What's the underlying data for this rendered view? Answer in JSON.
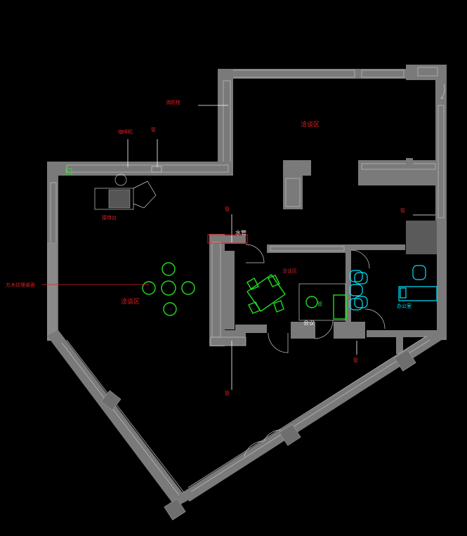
{
  "labels": {
    "fire_hydrant": "消防栓",
    "pipe": "管",
    "coffee_machine": "咖啡机",
    "chair_tables": "洽谈区",
    "reception": "接待台",
    "log_table": "方木纹理桌面",
    "negotiation_area": "洽谈区",
    "water_hose": "水管",
    "study_area": "洽谈区",
    "meeting": "会议",
    "office": "办公室",
    "down_pipe": "管",
    "floor_water": "管",
    "side_pipe": "管",
    "upper_pipe": "管",
    "chair_mark": "管"
  },
  "colors": {
    "background": "#000000",
    "wall": "#7a7a7a",
    "annotation": "#e02020",
    "furniture_green": "#22dd22",
    "furniture_cyan": "#00e5ff"
  }
}
